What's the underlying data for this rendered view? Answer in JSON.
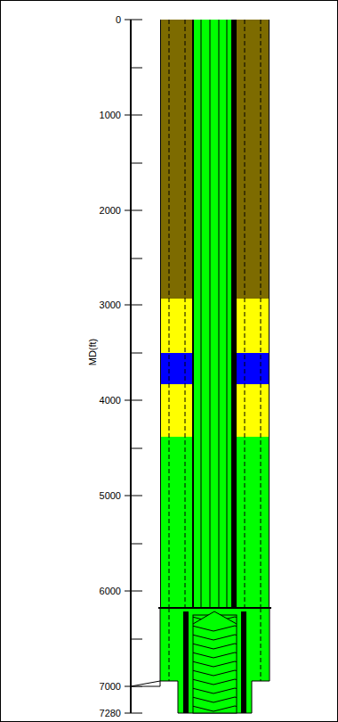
{
  "diagram": {
    "labels": [
      "0",
      "1000",
      "2000",
      "3000",
      "4000",
      "5000",
      "6000",
      "7000",
      "7280",
      "MD(ft)"
    ]
  }
}
